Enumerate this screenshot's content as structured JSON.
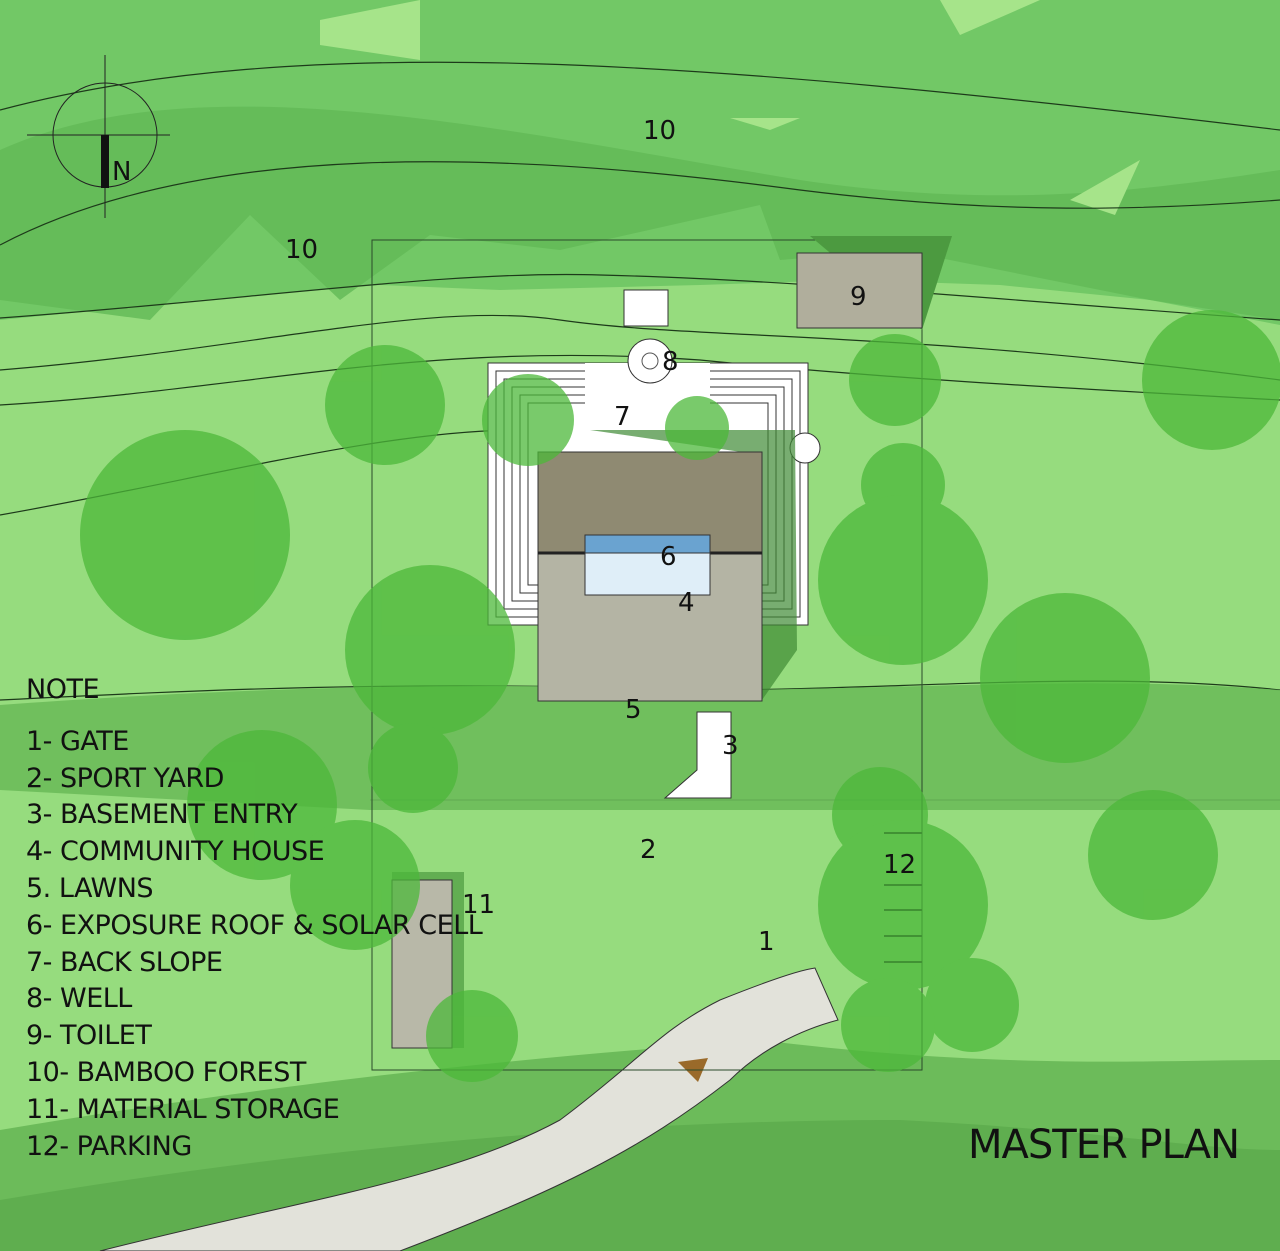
{
  "plan": {
    "title": "MASTER PLAN",
    "north_label": "N",
    "note_heading": "NOTE",
    "legend": [
      "1- GATE",
      "2- SPORT YARD",
      "3- BASEMENT ENTRY",
      "4- COMMUNITY HOUSE",
      "5. LAWNS",
      "6- EXPOSURE ROOF & SOLAR CELL",
      "7- BACK SLOPE",
      "8- WELL",
      "9- TOILET",
      "10- BAMBOO FOREST",
      "11- MATERIAL STORAGE",
      "12- PARKING"
    ],
    "map_labels": {
      "gate": "1",
      "sport_yard": "2",
      "basement_entry": "3",
      "community_house": "4",
      "lawns": "5",
      "solar_roof": "6",
      "back_slope": "7",
      "well": "8",
      "toilet": "9",
      "bamboo_forest_a": "10",
      "bamboo_forest_b": "10",
      "material_storage": "11",
      "parking": "12"
    },
    "colors": {
      "lawn": "#96dc7e",
      "forest": "#72c866",
      "band": "#6cbb5a",
      "tree": "#4cb83a",
      "road": "#e2e2da",
      "roof": "#8f8a72",
      "roof_light": "#b9b9aa"
    }
  }
}
